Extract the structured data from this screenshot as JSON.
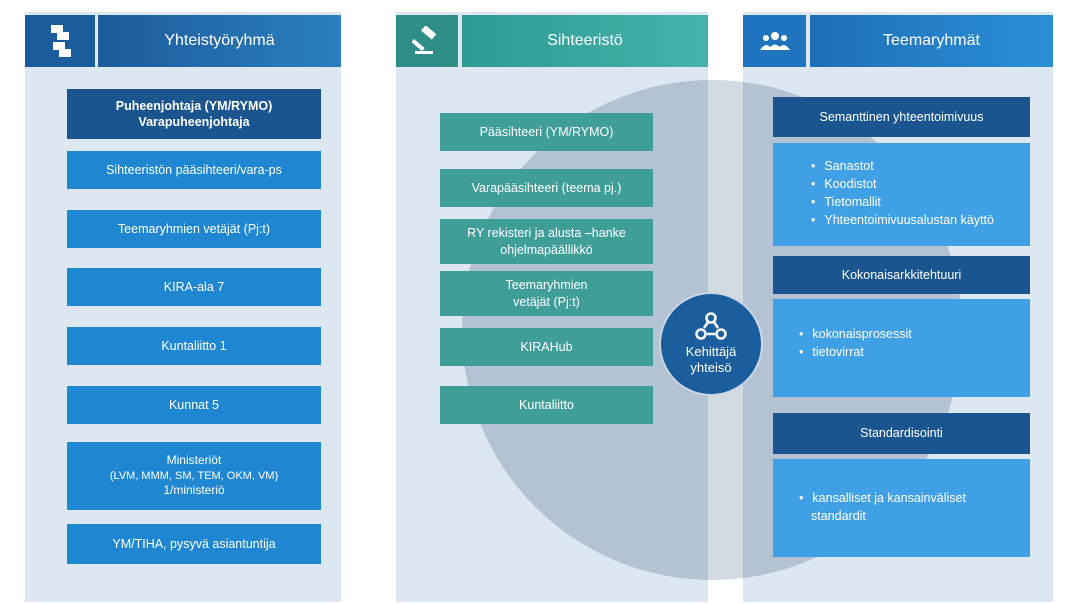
{
  "columns": {
    "left": {
      "title": "Yhteistyöryhmä",
      "icon": "puzzle-icon",
      "boxes": [
        {
          "lines": [
            "Puheenjohtaja (YM/RYMO)",
            "Varapuheenjohtaja"
          ]
        },
        {
          "lines": [
            "Sihteeristön pääsihteeri/vara-ps"
          ]
        },
        {
          "lines": [
            "Teemaryhmien vetäjät (Pj:t)"
          ]
        },
        {
          "lines": [
            "KIRA-ala 7"
          ]
        },
        {
          "lines": [
            "Kuntaliitto 1"
          ]
        },
        {
          "lines": [
            "Kunnat 5"
          ]
        },
        {
          "lines": [
            "Ministeriöt",
            "(LVM, MMM, SM, TEM, OKM, VM)",
            "1/ministeriö"
          ]
        },
        {
          "lines": [
            "YM/TIHA, pysyvä asiantuntija"
          ]
        }
      ]
    },
    "middle": {
      "title": "Sihteeristö",
      "icon": "gavel-icon",
      "boxes": [
        {
          "lines": [
            "Pääsihteeri (YM/RYMO)"
          ]
        },
        {
          "lines": [
            "Varapääsihteeri (teema pj.)"
          ]
        },
        {
          "lines": [
            "RY rekisteri ja alusta –hanke",
            "ohjelmapäällikkö"
          ]
        },
        {
          "lines": [
            "Teemaryhmien",
            "vetäjät (Pj:t)"
          ]
        },
        {
          "lines": [
            "KIRAHub"
          ]
        },
        {
          "lines": [
            "Kuntaliitto"
          ]
        }
      ]
    },
    "right": {
      "title": "Teemaryhmät",
      "icon": "group-icon",
      "groups": [
        {
          "heading": "Semanttinen yhteentoimivuus",
          "items": [
            "Sanastot",
            "Koodistot",
            "Tietomallit",
            "Yhteentoimivuusalustan käyttö"
          ]
        },
        {
          "heading": "Kokonaisarkkitehtuuri",
          "items": [
            "kokonaisprosessit",
            "tietovirrat"
          ]
        },
        {
          "heading": "Standardisointi",
          "items": [
            "kansalliset ja kansainväliset standardit"
          ]
        }
      ]
    }
  },
  "center": {
    "icon": "network-people-icon",
    "lines": [
      "Kehittäjä",
      "yhteisö"
    ]
  },
  "colors": {
    "column_bg": "#dde7f1",
    "left_header": "#1e5fa0",
    "middle_header": "#3aa39c",
    "right_header": "#1e73be",
    "light_blue_box": "#1f86d1",
    "teal_box": "#3f9e98",
    "navy": "#1a5590",
    "list_box": "#3fa0e6",
    "big_circle": "#b4c3d3"
  }
}
